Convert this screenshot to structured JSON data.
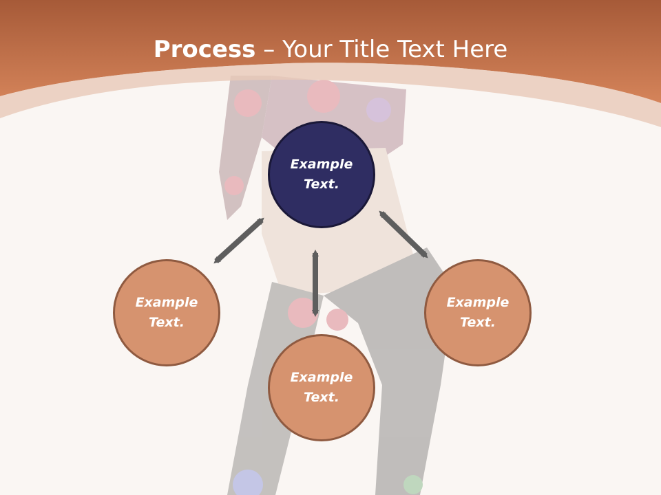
{
  "title": {
    "bold": "Process",
    "rest": " – Your Title Text Here"
  },
  "nodes": {
    "center": "Example Text.",
    "left": "Example Text.",
    "bottom": "Example Text.",
    "right": "Example Text."
  },
  "colors": {
    "header": "#c9734a",
    "center_node": "#2f2d62",
    "outer_node": "#d6936f",
    "outer_node_border": "#8f5a40",
    "arrow": "#5e5e5e",
    "background": "#faf6f3"
  },
  "icons": {
    "arrows": "double-headed-arrow"
  }
}
